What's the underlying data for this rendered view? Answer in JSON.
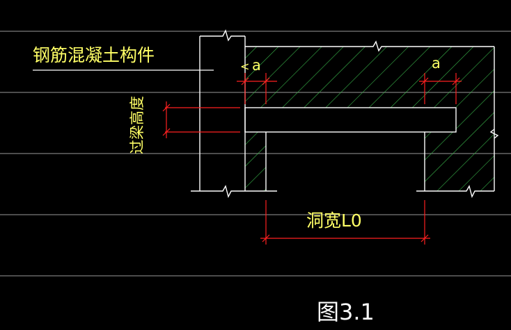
{
  "labels": {
    "component_title": "钢筋混凝土构件",
    "beam_height": "过梁高度",
    "opening_width": "洞宽L0",
    "lap_left": "a",
    "lap_right": "a",
    "figure_caption": "图3.1"
  },
  "colors": {
    "background": "#000000",
    "outline": "#ffffff",
    "hatch": "#39b54a",
    "dimension": "#ff2020",
    "text": "#ffff66",
    "caption": "#ffffff"
  }
}
